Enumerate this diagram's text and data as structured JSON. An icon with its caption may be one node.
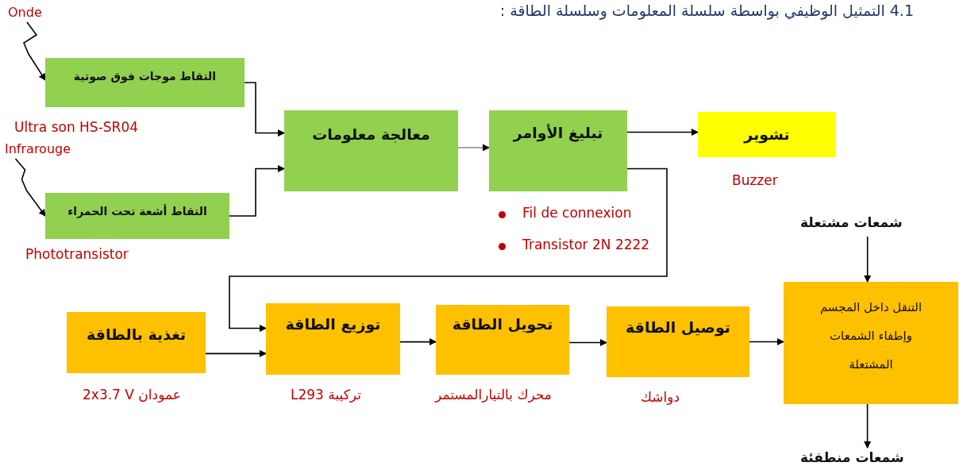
{
  "diagram": {
    "title": "4.1 التمثيل الوظيفي بواسطة سلسلة المعلومات وسلسلة الطاقة :",
    "nodes": [
      {
        "text": [
          "Onde"
        ]
      },
      {
        "text": [
          "التقاط موجات فوق صوتية"
        ],
        "beside": [
          "Ultra son HS-SR04"
        ]
      },
      {
        "text": [
          "Infrarouge"
        ]
      },
      {
        "text": [
          "التقاط أشعة تحت الحمراء"
        ],
        "beside": [
          "Phototransistor"
        ]
      },
      {
        "text": [
          "معالجة معلومات"
        ]
      },
      {
        "text": [
          "تبليغ الأوامر"
        ],
        "beside": [
          "Fil de connexion",
          "Transistor 2N 2222"
        ]
      },
      {
        "text": [
          "تشوير"
        ],
        "beside": [
          "Buzzer"
        ]
      },
      {
        "text": [
          "تغذية بالطاقة"
        ],
        "beside": [
          "عمودان 2x3.7 V"
        ]
      },
      {
        "text": [
          "توزيع الطاقة"
        ],
        "beside": [
          "تركيبة L293"
        ]
      },
      {
        "text": [
          "تحويل الطاقة"
        ],
        "beside": [
          "محرك بالتيارالمستمر"
        ]
      },
      {
        "text": [
          "توصيل الطاقة"
        ],
        "beside": [
          "دواشك"
        ]
      },
      {
        "text": [
          "شمعات مشتعلة"
        ]
      },
      {
        "text": [
          "التنقل داخل المجسم وإطفاء الشمعات المشتعلة"
        ]
      },
      {
        "text": [
          "شمعات منطفئة"
        ]
      }
    ],
    "edges": [
      {
        "from": 0,
        "to": 1,
        "arrow": "to"
      },
      {
        "from": 2,
        "to": 3,
        "arrow": "to"
      },
      {
        "from": 1,
        "to": 4,
        "arrow": "to"
      },
      {
        "from": 3,
        "to": 4,
        "arrow": "to"
      },
      {
        "from": 4,
        "to": 5,
        "arrow": "to",
        "color": "#9a9a9a"
      },
      {
        "from": 5,
        "to": 6,
        "arrow": "to"
      },
      {
        "from": 5,
        "to": 8,
        "arrow": "to"
      },
      {
        "from": 7,
        "to": 8,
        "arrow": "to"
      },
      {
        "from": 8,
        "to": 9,
        "arrow": "to"
      },
      {
        "from": 9,
        "to": 10,
        "arrow": "to"
      },
      {
        "from": 10,
        "to": 12,
        "arrow": "to"
      },
      {
        "from": 11,
        "to": 12,
        "arrow": "to"
      },
      {
        "from": 12,
        "to": 13,
        "arrow": "to"
      }
    ]
  }
}
